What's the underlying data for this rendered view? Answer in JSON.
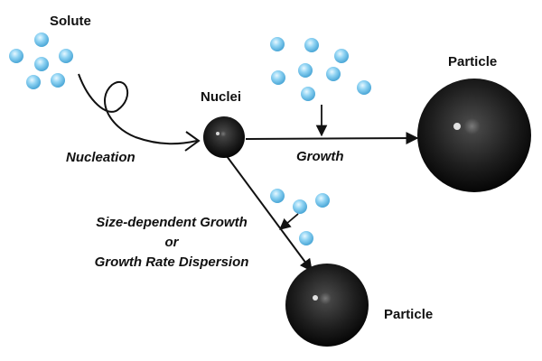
{
  "labels": {
    "solute": "Solute",
    "nuclei": "Nuclei",
    "particle_top": "Particle",
    "particle_bottom": "Particle",
    "nucleation": "Nucleation",
    "growth": "Growth",
    "size_dependent_line1": "Size-dependent Growth",
    "size_dependent_line2": "or",
    "size_dependent_line3": "Growth Rate Dispersion"
  },
  "colors": {
    "solute_bead_light": "#c9ecfb",
    "solute_bead_mid": "#8fd3f3",
    "solute_bead_dark": "#5bb4e0",
    "sphere_highlight": "#6f6f6f",
    "sphere_mid": "#2a2a2a",
    "sphere_dark": "#050505",
    "arrow": "#111111"
  }
}
